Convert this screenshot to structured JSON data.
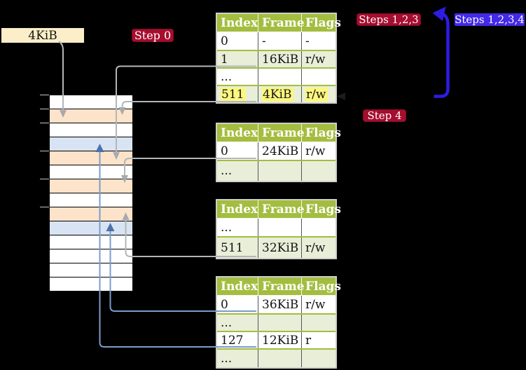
{
  "memory": {
    "page_size_label": "4KiB"
  },
  "badges": {
    "step0": "Step 0",
    "steps123": "Steps 1,2,3",
    "steps1234": "Steps 1,2,3,4",
    "step4": "Step 4"
  },
  "memory_strip": {
    "rows": [
      "white",
      "peach",
      "white",
      "blue",
      "peach",
      "white",
      "peach",
      "white",
      "peach",
      "blue",
      "white",
      "white",
      "white",
      "white"
    ]
  },
  "tables": [
    {
      "id": "pt-root",
      "columns": [
        "Index",
        "Frame",
        "Flags"
      ],
      "rows": [
        {
          "cells": [
            "0",
            "-",
            "-"
          ],
          "shaded": false
        },
        {
          "cells": [
            "1",
            "16KiB",
            "r/w"
          ],
          "shaded": true
        },
        {
          "cells": [
            "...",
            "",
            ""
          ],
          "shaded": false
        },
        {
          "cells": [
            "511",
            "4KiB",
            "r/w"
          ],
          "shaded": true,
          "highlight": true
        }
      ]
    },
    {
      "id": "pt-a",
      "columns": [
        "Index",
        "Frame",
        "Flags"
      ],
      "rows": [
        {
          "cells": [
            "0",
            "24KiB",
            "r/w"
          ],
          "shaded": false
        },
        {
          "cells": [
            "...",
            "",
            ""
          ],
          "shaded": true
        }
      ]
    },
    {
      "id": "pt-b",
      "columns": [
        "Index",
        "Frame",
        "Flags"
      ],
      "rows": [
        {
          "cells": [
            "...",
            "",
            ""
          ],
          "shaded": false
        },
        {
          "cells": [
            "511",
            "32KiB",
            "r/w"
          ],
          "shaded": true
        }
      ]
    },
    {
      "id": "pt-c",
      "columns": [
        "Index",
        "Frame",
        "Flags"
      ],
      "rows": [
        {
          "cells": [
            "0",
            "36KiB",
            "r/w"
          ],
          "shaded": false
        },
        {
          "cells": [
            "...",
            "",
            ""
          ],
          "shaded": true
        },
        {
          "cells": [
            "127",
            "12KiB",
            "r"
          ],
          "shaded": false
        },
        {
          "cells": [
            "...",
            "",
            ""
          ],
          "shaded": true
        }
      ]
    }
  ],
  "colors": {
    "background": "#000000",
    "page_box_cream": "#fbeec8",
    "frame_white": "#ffffff",
    "frame_peach": "#fde3c9",
    "frame_blue": "#d8e4f4",
    "table_header_green": "#a3bd3f",
    "table_row_green": "#e9eed9",
    "highlight_yellow": "#fbf77f",
    "badge_red": "#a60d2e",
    "badge_blue": "#4329e8",
    "thick_arrow_blue": "#2e1ce2",
    "line_gray": "#b2b6ba",
    "line_blue": "#7b9cc9"
  }
}
